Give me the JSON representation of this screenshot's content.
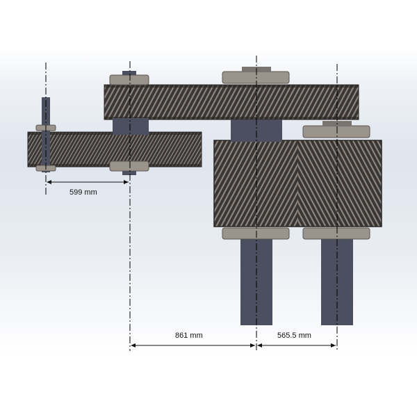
{
  "dimensions": {
    "small_center_distance": "599 mm",
    "mid_center_distance": "861 mm",
    "large_center_distance": "565.5 mm"
  },
  "colors": {
    "background_top": "#ffffff",
    "background_band": "#dfe5ee",
    "gear_dark": "#3a3633",
    "gear_light": "#8a8480",
    "shaft": "#4c4f60",
    "bearing": "#9b948d",
    "centerline": "#000000"
  }
}
